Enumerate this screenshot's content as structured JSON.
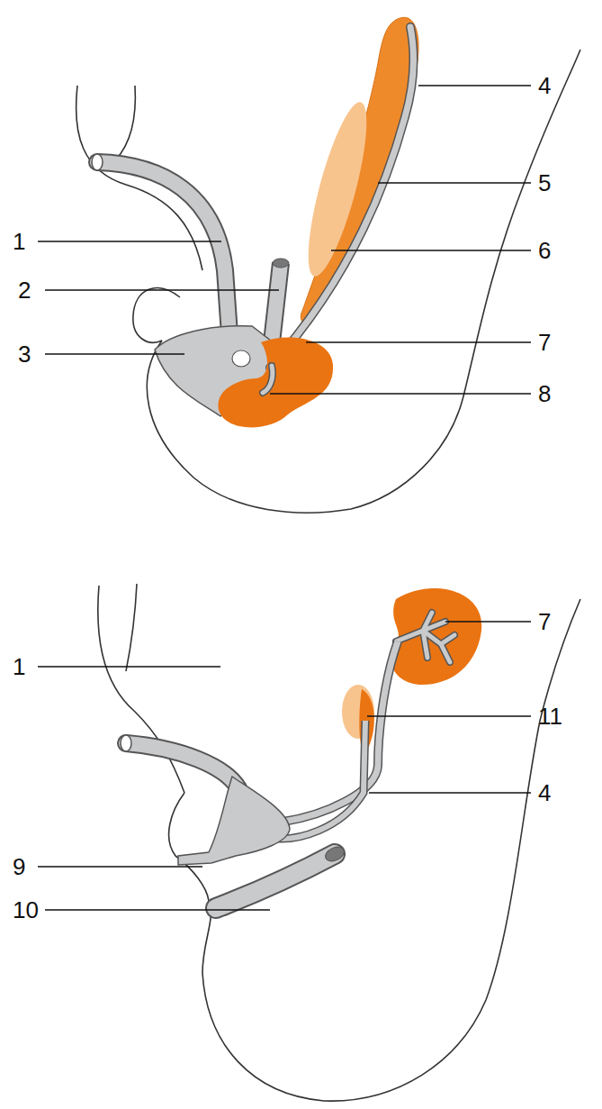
{
  "diagram": {
    "labels": [
      "1",
      "2",
      "3",
      "4",
      "5",
      "6",
      "7",
      "8",
      "7",
      "1",
      "11",
      "4",
      "9",
      "10"
    ]
  }
}
